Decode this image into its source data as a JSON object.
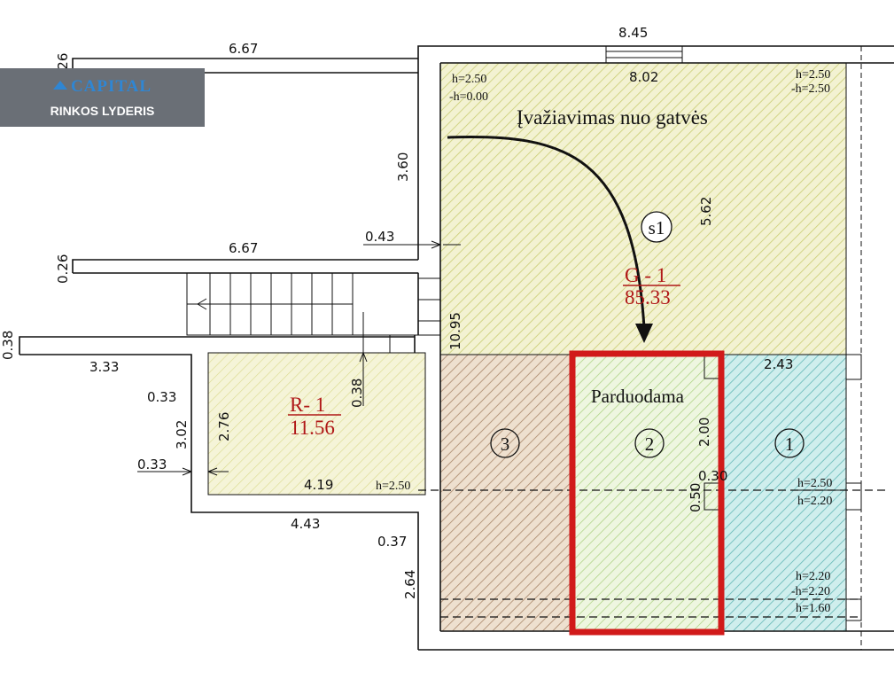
{
  "logo": {
    "brand": "CAPITAL",
    "tagline": "RINKOS LYDERIS"
  },
  "entrance_text": "Įvažiavimas nuo gatvės",
  "sale_label": "Parduodama",
  "rooms": {
    "G1": {
      "code": "G - 1",
      "area": "85.33"
    },
    "R1": {
      "code": "R- 1",
      "area": "11.56"
    }
  },
  "marks": {
    "s1": "s1",
    "n1": "1",
    "n2": "2",
    "n3": "3"
  },
  "heights": {
    "top_left_h": "h=2.50",
    "top_left_neg": "-h=0.00",
    "top_right_h": "h=2.50",
    "top_right_neg": "-h=2.50",
    "mid_h": "h=2.50",
    "mid_h2": "h=2.20",
    "low_h": "h=2.20",
    "low_neg": "-h=2.20",
    "low_h2": "h=1.60",
    "r1_h": "h=2.50"
  },
  "dims": {
    "d845": "8.45",
    "d802": "8.02",
    "d667a": "6.67",
    "d026a": "0.26",
    "d360": "3.60",
    "d043": "0.43",
    "d562": "5.62",
    "d667b": "6.67",
    "d026b": "0.26",
    "d1095": "10.95",
    "d038a": "0.38",
    "d333": "3.33",
    "d033a": "0.33",
    "d302": "3.02",
    "d033b": "0.33",
    "d276": "2.76",
    "d038b": "0.38",
    "d419": "4.19",
    "d443": "4.43",
    "d037": "0.37",
    "d264": "2.64",
    "d243": "2.43",
    "d200": "2.00",
    "d030": "0.30",
    "d050": "0.50"
  },
  "colors": {
    "garage_hatch": "#c9cd72",
    "garage_fill": "#f3f2d2",
    "zone3_hatch": "#a9876a",
    "zone3_fill": "#eee0cf",
    "zone2_hatch": "#a8d07c",
    "zone2_fill": "#eef6e0",
    "zone1_hatch": "#62b7b5",
    "zone1_fill": "#cfeeed",
    "r1_fill": "#f5f4d8",
    "sale_outline": "#d11a1a",
    "label_red": "#b01818"
  }
}
